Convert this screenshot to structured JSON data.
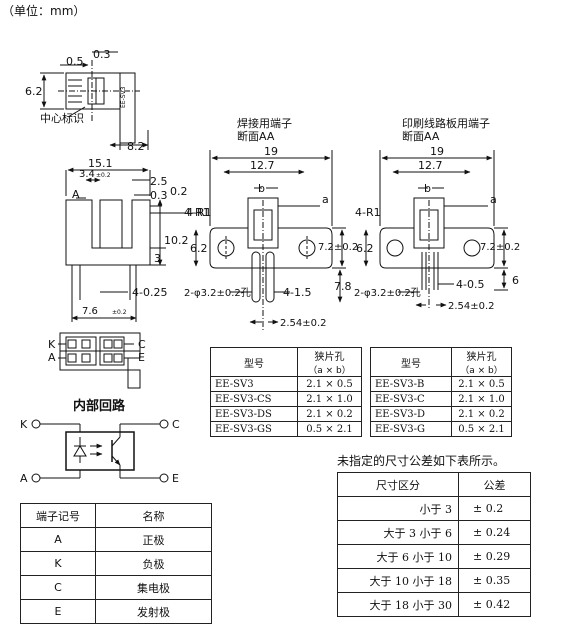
{
  "unit_label": "（单位：mm）",
  "center_mark_label": "中心标识",
  "pin_label_1": "4-0.25",
  "top_dims": {
    "d0_3": "0.3",
    "d0_5": "0.5",
    "d6_2": "6.2",
    "d8_2": "8.2",
    "part_mark": "EE-SV3"
  },
  "front_dims": {
    "d15_1": "15.1",
    "d3_4": "3.4",
    "tol02": "±0.2",
    "d2_5": "2.5",
    "d0_3": "0.3",
    "d0_2": "0.2",
    "d10_2": "10.2",
    "d3": "3",
    "d7_6": "7.6",
    "d4_R1": "4-R1",
    "lbl_a": "A"
  },
  "bottom_labels": {
    "k": "K",
    "a": "A",
    "c": "C",
    "e": "E"
  },
  "solder_section": {
    "title_line1": "焊接用端子",
    "title_line2": "断面AA",
    "d19": "19",
    "d12_7": "12.7",
    "a": "a",
    "b": "b",
    "d4_R1": "4-R1",
    "d6_2": "6.2",
    "d7_2": "7.2±0.2",
    "d7_8": "7.8",
    "d4_1_5": "4-1.5",
    "hole": "2-φ3.2±0.2孔",
    "d2_54": "2.54±0.2"
  },
  "pcb_section": {
    "title_line1": "印刷线路板用端子",
    "title_line2": "断面AA",
    "d19": "19",
    "d12_7": "12.7",
    "a": "a",
    "b": "b",
    "d4_R1": "4-R1",
    "d6_2": "6.2",
    "d7_2": "7.2±0.2",
    "d6": "6",
    "d4_0_5": "4-0.5",
    "hole": "2-φ3.2±0.2孔",
    "d2_54": "2.54±0.2"
  },
  "model_table_1": {
    "headers": [
      "型号",
      "狭片孔",
      "（a × b）"
    ],
    "rows": [
      [
        "EE-SV3",
        "2.1 × 0.5"
      ],
      [
        "EE-SV3-CS",
        "2.1 × 1.0"
      ],
      [
        "EE-SV3-DS",
        "2.1 × 0.2"
      ],
      [
        "EE-SV3-GS",
        "0.5 × 2.1"
      ]
    ]
  },
  "model_table_2": {
    "headers": [
      "型号",
      "狭片孔",
      "（a × b）"
    ],
    "rows": [
      [
        "EE-SV3-B",
        "2.1 × 0.5"
      ],
      [
        "EE-SV3-C",
        "2.1 × 1.0"
      ],
      [
        "EE-SV3-D",
        "2.1 × 0.2"
      ],
      [
        "EE-SV3-G",
        "0.5 × 2.1"
      ]
    ]
  },
  "circuit": {
    "title": "内部回路",
    "k": "K",
    "a": "A",
    "c": "C",
    "e": "E"
  },
  "tolerance": {
    "note": "未指定的尺寸公差如下表所示。",
    "headers": [
      "尺寸区分",
      "公差"
    ],
    "rows": [
      [
        "小于 3",
        "± 0.2"
      ],
      [
        "大于 3 小于 6",
        "± 0.24"
      ],
      [
        "大于 6 小于 10",
        "± 0.29"
      ],
      [
        "大于 10 小于 18",
        "± 0.35"
      ],
      [
        "大于 18 小于 30",
        "± 0.42"
      ]
    ]
  },
  "terminal_table": {
    "headers": [
      "端子记号",
      "名称"
    ],
    "rows": [
      [
        "A",
        "正极"
      ],
      [
        "K",
        "负极"
      ],
      [
        "C",
        "集电极"
      ],
      [
        "E",
        "发射极"
      ]
    ]
  }
}
